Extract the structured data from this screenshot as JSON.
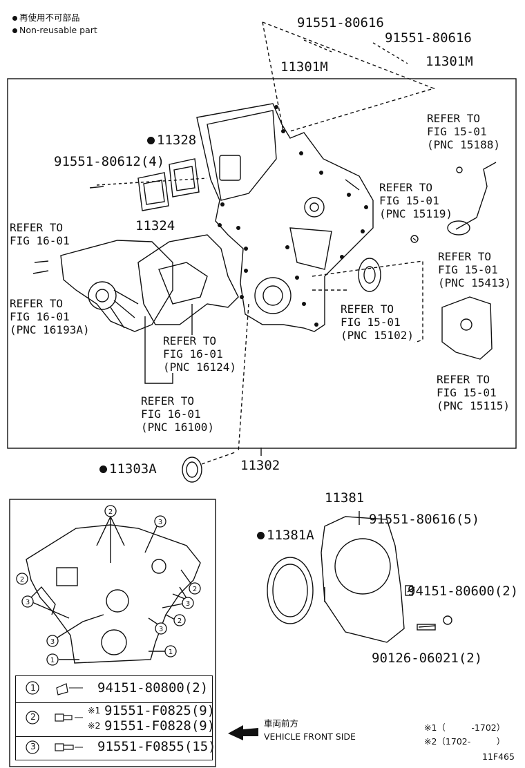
{
  "legend_top": {
    "line1": "再使用不可部品",
    "line2": "Non-reusable part"
  },
  "parts": {
    "p91551_80616_a": "91551-80616",
    "p91551_80616_b": "91551-80616",
    "p11301m_a": "11301M",
    "p11301m_b": "11301M",
    "p11328": "11328",
    "p91551_80612": "91551-80612(4)",
    "p11324": "11324",
    "p11303a": "11303A",
    "p11302": "11302",
    "p11381": "11381",
    "p11381a": "11381A",
    "p91551_80616_5": "91551-80616(5)",
    "p94151_80600": "94151-80600(2)",
    "p90126_06021": "90126-06021(2)"
  },
  "refs": {
    "r15188": [
      "REFER TO",
      "FIG 15-01",
      "(PNC 15188)"
    ],
    "r15119": [
      "REFER TO",
      "FIG 15-01",
      "(PNC 15119)"
    ],
    "r15413": [
      "REFER TO",
      "FIG 15-01",
      "(PNC 15413)"
    ],
    "r15102": [
      "REFER TO",
      "FIG 15-01",
      "(PNC 15102)"
    ],
    "r15115": [
      "REFER TO",
      "FIG 15-01",
      "(PNC 15115)"
    ],
    "r16_01": [
      "REFER TO",
      "FIG 16-01"
    ],
    "r16193a": [
      "REFER TO",
      "FIG 16-01",
      "(PNC 16193A)"
    ],
    "r16124": [
      "REFER TO",
      "FIG 16-01",
      "(PNC 16124)"
    ],
    "r16100": [
      "REFER TO",
      "FIG 16-01",
      "(PNC 16100)"
    ]
  },
  "bolt_table": [
    {
      "key": "1",
      "parts": [
        "94151-80800(2)"
      ],
      "marks": [
        ""
      ]
    },
    {
      "key": "2",
      "parts": [
        "91551-F0825(9)",
        "91551-F0828(9)"
      ],
      "marks": [
        "※1",
        "※2"
      ]
    },
    {
      "key": "3",
      "parts": [
        "91551-F0855(15)"
      ],
      "marks": [
        ""
      ]
    }
  ],
  "callouts": {
    "c1": "1",
    "c2": "2",
    "c3": "3"
  },
  "direction": {
    "jp": "車両前方",
    "en": "VEHICLE FRONT SIDE"
  },
  "notes": {
    "n1": "※1（　　　-1702）",
    "n2": "※2（1702-　　　）"
  },
  "figure_code": "11F465"
}
